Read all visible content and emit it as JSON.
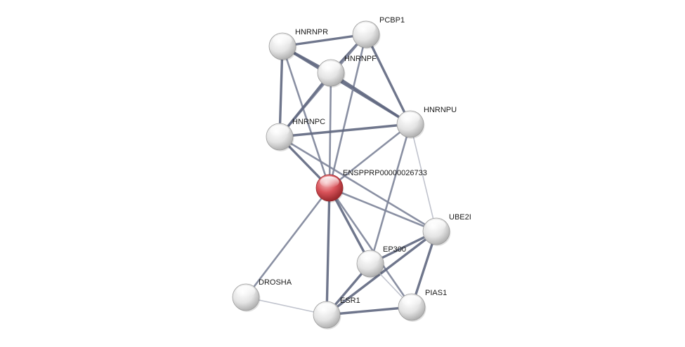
{
  "colors": {
    "node_default": "#e6e6e6",
    "node_query": "#d9535a",
    "edge_strong": "#5f6780",
    "edge_medium": "#7d8499",
    "edge_weak": "#b9bcc8"
  },
  "nodes": [
    {
      "id": "ENSPPRP00000026733",
      "label": "ENSPPRP00000026733",
      "query": true
    },
    {
      "id": "HNRNPR",
      "label": "HNRNPR"
    },
    {
      "id": "PCBP1",
      "label": "PCBP1"
    },
    {
      "id": "HNRNPF",
      "label": "HNRNPF"
    },
    {
      "id": "HNRNPU",
      "label": "HNRNPU"
    },
    {
      "id": "HNRNPC",
      "label": "HNRNPC"
    },
    {
      "id": "UBE2I",
      "label": "UBE2I"
    },
    {
      "id": "EP300",
      "label": "EP300"
    },
    {
      "id": "DROSHA",
      "label": "DROSHA"
    },
    {
      "id": "ESR1",
      "label": "ESR1"
    },
    {
      "id": "PIAS1",
      "label": "PIAS1"
    }
  ],
  "edges": [
    {
      "source": "HNRNPR",
      "target": "PCBP1",
      "strength": "strong"
    },
    {
      "source": "HNRNPR",
      "target": "HNRNPF",
      "strength": "strong"
    },
    {
      "source": "HNRNPR",
      "target": "HNRNPU",
      "strength": "strong"
    },
    {
      "source": "HNRNPR",
      "target": "HNRNPC",
      "strength": "strong"
    },
    {
      "source": "HNRNPR",
      "target": "ENSPPRP00000026733",
      "strength": "medium"
    },
    {
      "source": "PCBP1",
      "target": "HNRNPF",
      "strength": "strong"
    },
    {
      "source": "PCBP1",
      "target": "HNRNPU",
      "strength": "strong"
    },
    {
      "source": "PCBP1",
      "target": "HNRNPC",
      "strength": "medium"
    },
    {
      "source": "PCBP1",
      "target": "ENSPPRP00000026733",
      "strength": "medium"
    },
    {
      "source": "HNRNPF",
      "target": "HNRNPC",
      "strength": "strong"
    },
    {
      "source": "HNRNPF",
      "target": "HNRNPU",
      "strength": "strong"
    },
    {
      "source": "HNRNPF",
      "target": "ENSPPRP00000026733",
      "strength": "medium"
    },
    {
      "source": "HNRNPC",
      "target": "HNRNPU",
      "strength": "strong"
    },
    {
      "source": "HNRNPC",
      "target": "ENSPPRP00000026733",
      "strength": "strong"
    },
    {
      "source": "HNRNPC",
      "target": "UBE2I",
      "strength": "medium"
    },
    {
      "source": "HNRNPU",
      "target": "ENSPPRP00000026733",
      "strength": "medium"
    },
    {
      "source": "HNRNPU",
      "target": "UBE2I",
      "strength": "weak"
    },
    {
      "source": "HNRNPU",
      "target": "EP300",
      "strength": "medium"
    },
    {
      "source": "ENSPPRP00000026733",
      "target": "UBE2I",
      "strength": "medium"
    },
    {
      "source": "ENSPPRP00000026733",
      "target": "EP300",
      "strength": "strong"
    },
    {
      "source": "ENSPPRP00000026733",
      "target": "DROSHA",
      "strength": "medium"
    },
    {
      "source": "ENSPPRP00000026733",
      "target": "ESR1",
      "strength": "strong"
    },
    {
      "source": "ENSPPRP00000026733",
      "target": "PIAS1",
      "strength": "medium"
    },
    {
      "source": "UBE2I",
      "target": "EP300",
      "strength": "strong"
    },
    {
      "source": "UBE2I",
      "target": "ESR1",
      "strength": "strong"
    },
    {
      "source": "UBE2I",
      "target": "PIAS1",
      "strength": "strong"
    },
    {
      "source": "EP300",
      "target": "ESR1",
      "strength": "strong"
    },
    {
      "source": "EP300",
      "target": "PIAS1",
      "strength": "weak"
    },
    {
      "source": "DROSHA",
      "target": "ESR1",
      "strength": "weak"
    },
    {
      "source": "ESR1",
      "target": "PIAS1",
      "strength": "strong"
    }
  ]
}
